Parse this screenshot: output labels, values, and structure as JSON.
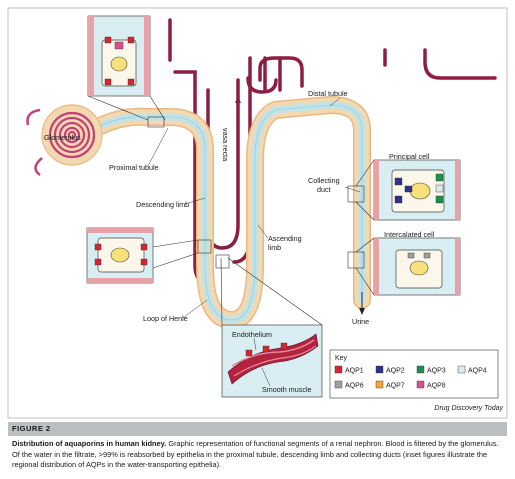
{
  "labels": {
    "glomerulus": "Glomerulus",
    "proximal_tubule": "Proximal tubule",
    "descending_limb": "Descending limb",
    "loop_of_henle": "Loop of Henle",
    "vasa_recta": "vasa recta",
    "ascending_limb_line1": "Ascending",
    "ascending_limb_line2": "limb",
    "distal_tubule": "Distal tubule",
    "collecting_duct_line1": "Collecting",
    "collecting_duct_line2": "duct",
    "urine": "Urine",
    "principal_cell": "Principal cell",
    "intercalated_cell": "Intercalated cell",
    "endothelium": "Endothelium",
    "smooth_muscle": "Smooth muscle"
  },
  "key": {
    "title": "Key",
    "items": [
      {
        "label": "AQP1",
        "color": "#d7262f"
      },
      {
        "label": "AQP2",
        "color": "#2e3092"
      },
      {
        "label": "AQP3",
        "color": "#1e8f4e"
      },
      {
        "label": "AQP4",
        "color": "#dfe9ea"
      },
      {
        "label": "AQP6",
        "color": "#9d9fa2"
      },
      {
        "label": "AQP7",
        "color": "#f2a33a"
      },
      {
        "label": "AQP8",
        "color": "#d9508e"
      }
    ]
  },
  "colors": {
    "tubule_outer": "#f3d8b0",
    "tubule_inner": "#bfe3e8",
    "vessel": "#8c1e44",
    "inset_bg": "#d8eef2",
    "cell_fill": "#fbf7ea",
    "nucleus": "#f8e07a"
  },
  "source": "Drug Discovery Today",
  "figure_label": "FIGURE 2",
  "caption": {
    "title": "Distribution of aquaporins in human kidney.",
    "text": " Graphic representation of functional segments of a renal nephron. Blood is filtered by the glomerulus. Of the water in the filtrate, >99% is reabsorbed by epithelia in the proximal tubule, descending limb and collecting ducts (inset figures illustrate the regional distribution of AQPs in the water-transporting epithelia)."
  }
}
